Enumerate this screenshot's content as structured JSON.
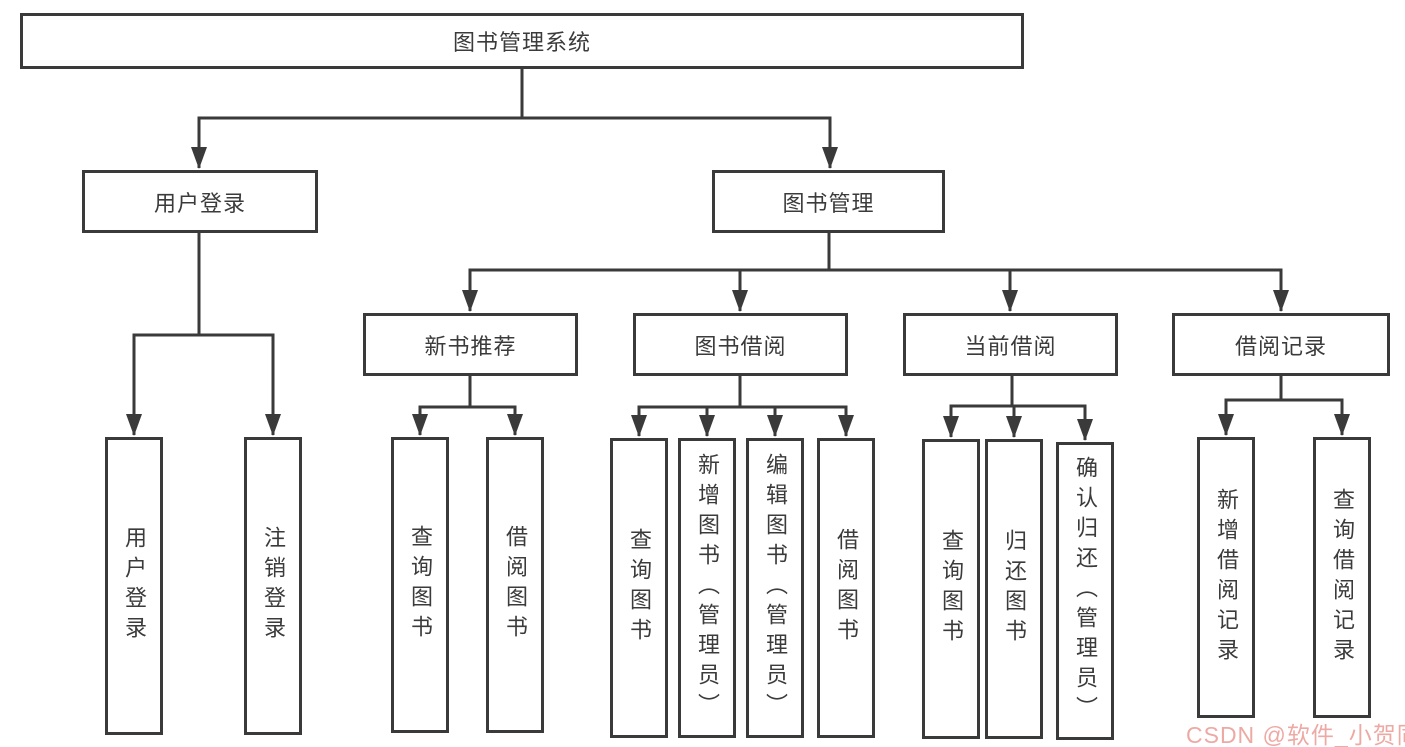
{
  "root": {
    "label": "图书管理系统"
  },
  "level2": {
    "user_login": {
      "label": "用户登录"
    },
    "book_mgmt": {
      "label": "图书管理"
    }
  },
  "level3": {
    "new_book_rec": {
      "label": "新书推荐"
    },
    "book_borrow": {
      "label": "图书借阅"
    },
    "current_borrow": {
      "label": "当前借阅"
    },
    "borrow_records": {
      "label": "借阅记录"
    }
  },
  "leaves": {
    "user_login": {
      "label": "用户登录"
    },
    "logout": {
      "label": "注销登录"
    },
    "rec_query_books": {
      "label": "查询图书"
    },
    "rec_borrow_books": {
      "label": "借阅图书"
    },
    "bb_query_books": {
      "label": "查询图书"
    },
    "bb_add_books": {
      "label": "新增图书（管理员）"
    },
    "bb_edit_books": {
      "label": "编辑图书（管理员）"
    },
    "bb_borrow_books": {
      "label": "借阅图书"
    },
    "cb_query_books": {
      "label": "查询图书"
    },
    "cb_return_books": {
      "label": "归还图书"
    },
    "cb_confirm_return": {
      "label": "确认归还（管理员）"
    },
    "br_add_record": {
      "label": "新增借阅记录"
    },
    "br_query_record": {
      "label": "查询借阅记录"
    }
  },
  "watermark": {
    "text": "CSDN @软件_小贺同学",
    "color": "#eda9a4"
  },
  "colors": {
    "line": "#3a3a3a",
    "text": "#3b3b3b",
    "background": "#ffffff"
  }
}
